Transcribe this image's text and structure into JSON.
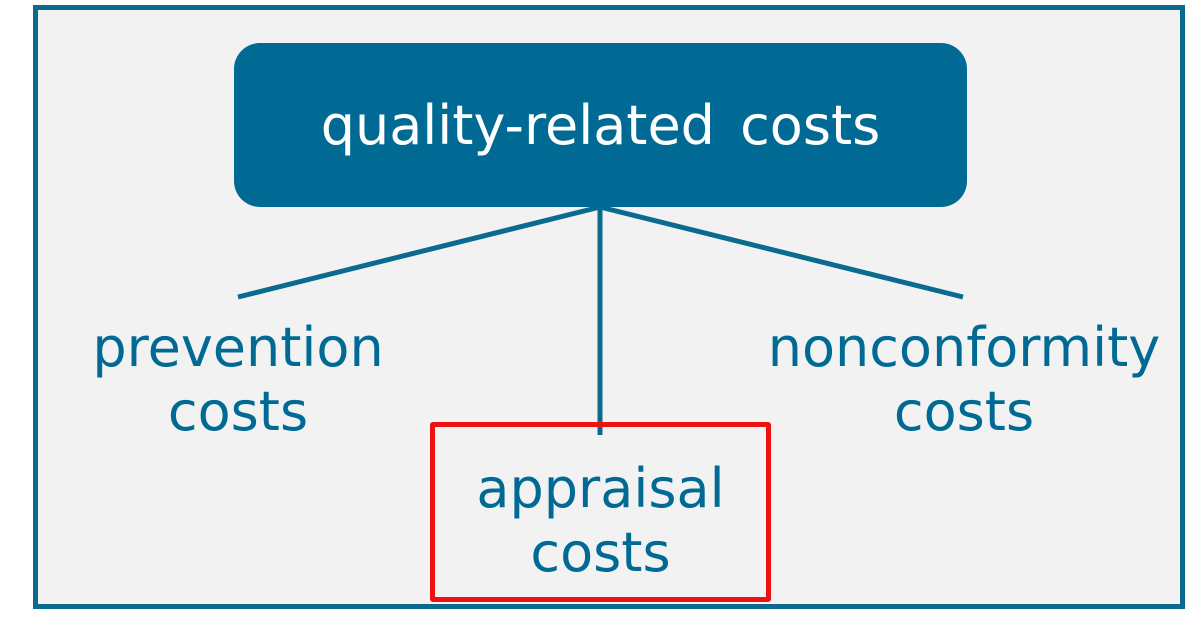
{
  "diagram": {
    "root": {
      "label": "quality-related costs"
    },
    "children": [
      {
        "id": "prevention",
        "lines": [
          "prevention",
          "costs"
        ]
      },
      {
        "id": "appraisal",
        "lines": [
          "appraisal",
          "costs"
        ],
        "highlighted": true
      },
      {
        "id": "nonconformity",
        "lines": [
          "nonconformity",
          "costs"
        ]
      }
    ]
  },
  "colors": {
    "primary": "#006a94",
    "frame_border": "#0a6a8f",
    "background": "#f2f2f2",
    "highlight": "#ee1111",
    "root_text": "#ffffff"
  }
}
